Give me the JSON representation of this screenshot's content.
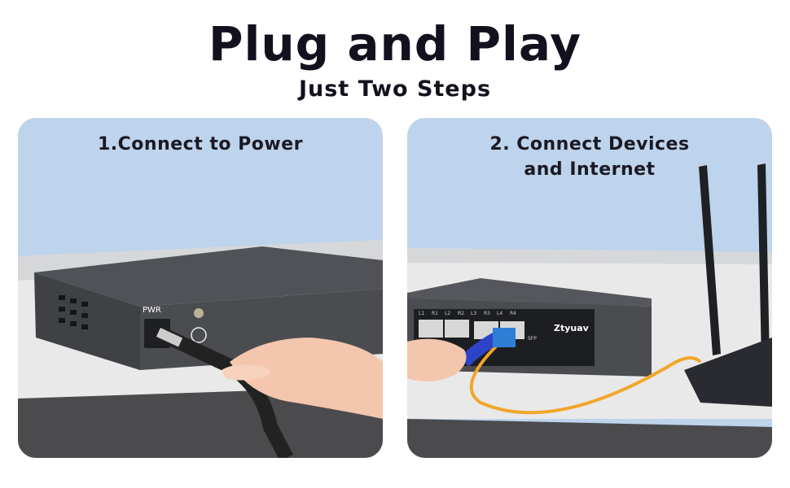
{
  "header": {
    "title": "Plug and Play",
    "subtitle": "Just Two Steps"
  },
  "steps": [
    {
      "caption": "1.Connect to Power",
      "port_label": "PWR"
    },
    {
      "caption_line1": "2. Connect Devices",
      "caption_line2": "and Internet",
      "brand": "Ztyuav",
      "ports": [
        "L1",
        "R1",
        "L2",
        "R2",
        "L3",
        "R3",
        "L4",
        "R4"
      ],
      "sfp_label": "SFP"
    }
  ],
  "colors": {
    "sky": "#bed3ec",
    "device": "#4a4c50",
    "cable_blue": "#2f43c8",
    "fiber": "#f2a62a",
    "text": "#12121e"
  }
}
